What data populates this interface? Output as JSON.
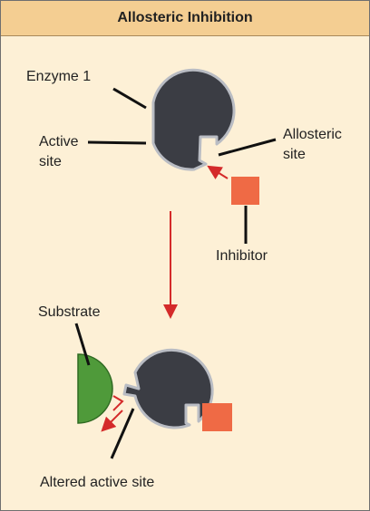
{
  "title": "Allosteric Inhibition",
  "labels": {
    "enzyme": "Enzyme 1",
    "active_site_line1": "Active",
    "active_site_line2": "site",
    "allosteric_site_line1": "Allosteric",
    "allosteric_site_line2": "site",
    "inhibitor": "Inhibitor",
    "substrate": "Substrate",
    "altered_active_site": "Altered active site"
  },
  "colors": {
    "background": "#fdf0d6",
    "title_bar": "#f4ce92",
    "enzyme_fill": "#3b3d44",
    "enzyme_outline": "#b9bcc3",
    "inhibitor_fill": "#ef6a45",
    "substrate_fill": "#4f9a3a",
    "arrow_red": "#d42a2a",
    "leader_line": "#111111"
  },
  "icons": {
    "enzyme": "enzyme-pacman-shape",
    "inhibitor": "orange-square",
    "substrate": "green-half-circle"
  }
}
